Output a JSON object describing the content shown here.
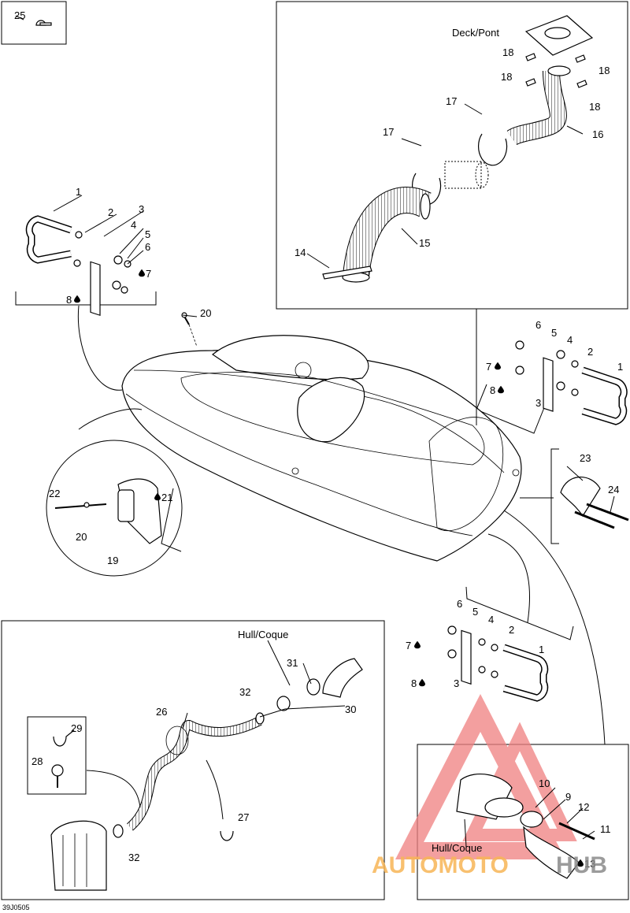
{
  "labels": {
    "deck": "Deck/Pont",
    "hull_top": "Hull/Coque",
    "hull_bottom": "Hull/Coque",
    "code": "39J0505"
  },
  "callouts": {
    "c25": "25",
    "c18a": "18",
    "c18b": "18",
    "c18c": "18",
    "c18d": "18",
    "c17a": "17",
    "c17b": "17",
    "c16": "16",
    "c15": "15",
    "c14": "14",
    "c1a": "1",
    "c2a": "2",
    "c3a": "3",
    "c4a": "4",
    "c5a": "5",
    "c6a": "6",
    "c7a": "7",
    "c8a": "8",
    "c20a": "20",
    "c6b": "6",
    "c5b": "5",
    "c4b": "4",
    "c2b": "2",
    "c1b": "1",
    "c7b": "7",
    "c8b": "8",
    "c3b": "3",
    "c22": "22",
    "c21": "21",
    "c20b": "20",
    "c19": "19",
    "c23": "23",
    "c24": "24",
    "c6c": "6",
    "c5c": "5",
    "c4c": "4",
    "c2c": "2",
    "c1c": "1",
    "c7c": "7",
    "c8c": "8",
    "c3c": "3",
    "c31": "31",
    "c32a": "32",
    "c30": "30",
    "c26": "26",
    "c29": "29",
    "c28": "28",
    "c27": "27",
    "c32b": "32",
    "c10": "10",
    "c9": "9",
    "c12": "12",
    "c11": "11",
    "c13": "13"
  },
  "watermark": {
    "part1": "AUTOMOTO",
    "part2": "HUB",
    "color_accent": "#f7b657",
    "color_triangle": "#f08080",
    "color_text2": "#8a8a8a"
  }
}
